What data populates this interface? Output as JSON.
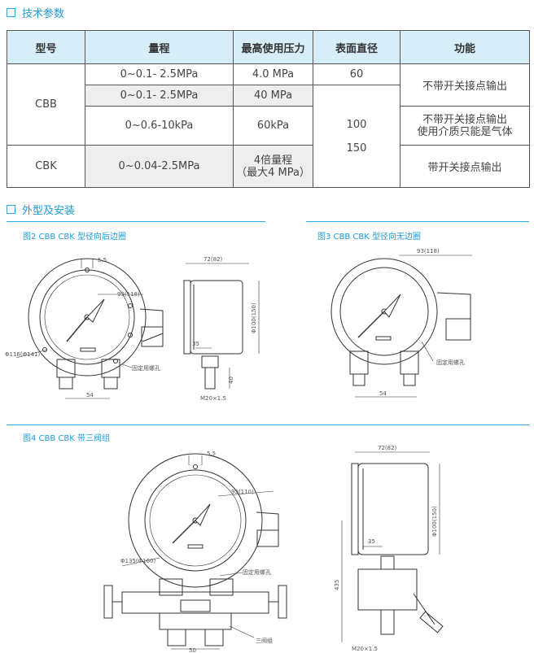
{
  "section1": {
    "title": "技术参数"
  },
  "table": {
    "headers": [
      "型号",
      "量程",
      "最高使用压力",
      "表面直径",
      "功能"
    ],
    "model_cbb": "CBB",
    "model_cbk": "CBK",
    "ranges": [
      "0~0.1- 2.5MPa",
      "0~0.1- 2.5MPa",
      "0~0.6-10kPa",
      "0~0.04-2.5MPa"
    ],
    "pressures": [
      "4.0 MPa",
      "40 MPa",
      "60kPa"
    ],
    "pressure_cbk_line1": "4倍量程",
    "pressure_cbk_line2": "（最大4 MPa）",
    "diameters": [
      "60",
      "100",
      "150"
    ],
    "functions": [
      "不带开关接点输出",
      "不带开关接点输出",
      "使用介质只能是气体",
      "带开关接点输出"
    ]
  },
  "section2": {
    "title": "外型及安装"
  },
  "figures": {
    "fig2": "图2  CBB   CBK   型径向后边圈",
    "fig3": "图3  CBB   CBK   型径向无边圈",
    "fig4": "图4  CBB   CBK   带三阀组"
  },
  "dims": {
    "d55": "5.5",
    "d93": "93(118)",
    "d116": "Φ116(Φ141)",
    "d54": "54",
    "label_fix": "固定用螺孔",
    "d72": "72(82)",
    "d100": "Φ100(150)",
    "d35": "35",
    "d40": "40",
    "m20": "M20×1.5",
    "label_fix3": "固定用螺孔",
    "d110": "93(110)",
    "d135": "Φ135(Φ160)",
    "label_fix4": "固定用螺孔",
    "label_3valve": "三阀组",
    "d50": "50",
    "d435": "435"
  }
}
